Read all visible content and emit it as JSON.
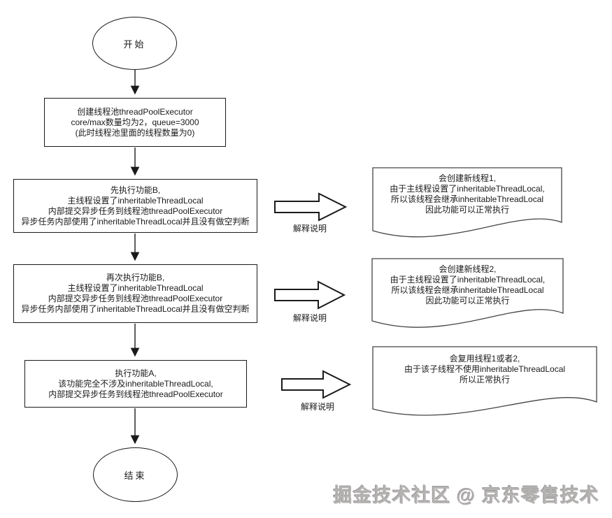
{
  "diagram": {
    "start_label": "开始",
    "end_label": "结束",
    "boxes": [
      {
        "name": "create-thread-pool",
        "lines": [
          "创建线程池threadPoolExecutor",
          "core/max数量均为2，queue=3000",
          "(此时线程池里面的线程数量为0)"
        ]
      },
      {
        "name": "first-run-function-b",
        "lines": [
          "先执行功能B,",
          "主线程设置了inheritableThreadLocal",
          "内部提交异步任务到线程池threadPoolExecutor",
          "异步任务内部使用了inheritableThreadLocal并且没有做空判断"
        ]
      },
      {
        "name": "second-run-function-b",
        "lines": [
          "再次执行功能B,",
          "主线程设置了inheritableThreadLocal",
          "内部提交异步任务到线程池threadPoolExecutor",
          "异步任务内部使用了inheritableThreadLocal并且没有做空判断"
        ]
      },
      {
        "name": "run-function-a",
        "lines": [
          "执行功能A,",
          "该功能完全不涉及inheritableThreadLocal,",
          "内部提交异步任务到线程池threadPoolExecutor"
        ]
      }
    ],
    "notes": [
      {
        "name": "note-new-thread-1",
        "lines": [
          "会创建新线程1,",
          "由于主线程设置了inheritableThreadLocal,",
          "所以该线程会继承inheritableThreadLocal",
          "因此功能可以正常执行"
        ]
      },
      {
        "name": "note-new-thread-2",
        "lines": [
          "会创建新线程2,",
          "由于主线程设置了inheritableThreadLocal,",
          "所以该线程会继承inheritableThreadLocal",
          "因此功能可以正常执行"
        ]
      },
      {
        "name": "note-reuse-thread",
        "lines": [
          "会复用线程1或者2,",
          "由于该子线程不使用inheritableThreadLocal",
          "所以正常执行"
        ]
      }
    ],
    "arrow_label": "解释说明",
    "watermark": "掘金技术社区 @ 京东零售技术",
    "colors": {
      "stroke": "#1a1a1a",
      "note_stroke": "#444444",
      "background": "#ffffff",
      "watermark": "#b5b2b2"
    }
  }
}
